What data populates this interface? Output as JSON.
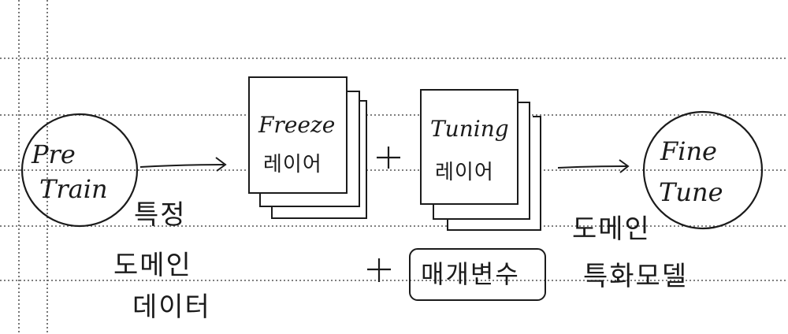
{
  "pretrain": {
    "line1": "Pre",
    "line2": "Train"
  },
  "pretrain_caption": {
    "line1": "특정",
    "line2": "도메인",
    "line3": "데이터"
  },
  "freeze_box": {
    "title": "Freeze",
    "subtitle": "레이어"
  },
  "tuning_box": {
    "title": "Tuning",
    "subtitle": "레이어"
  },
  "plus_symbol": "+",
  "params_box": {
    "label": "매개변수"
  },
  "finetune": {
    "line1": "Fine",
    "line2": "Tune"
  },
  "finetune_caption": {
    "line1": "도메인",
    "line2": "특화모델"
  },
  "colors": {
    "ink": "#1b1b1b",
    "ruled_line": "#555555",
    "paper": "#ffffff"
  }
}
